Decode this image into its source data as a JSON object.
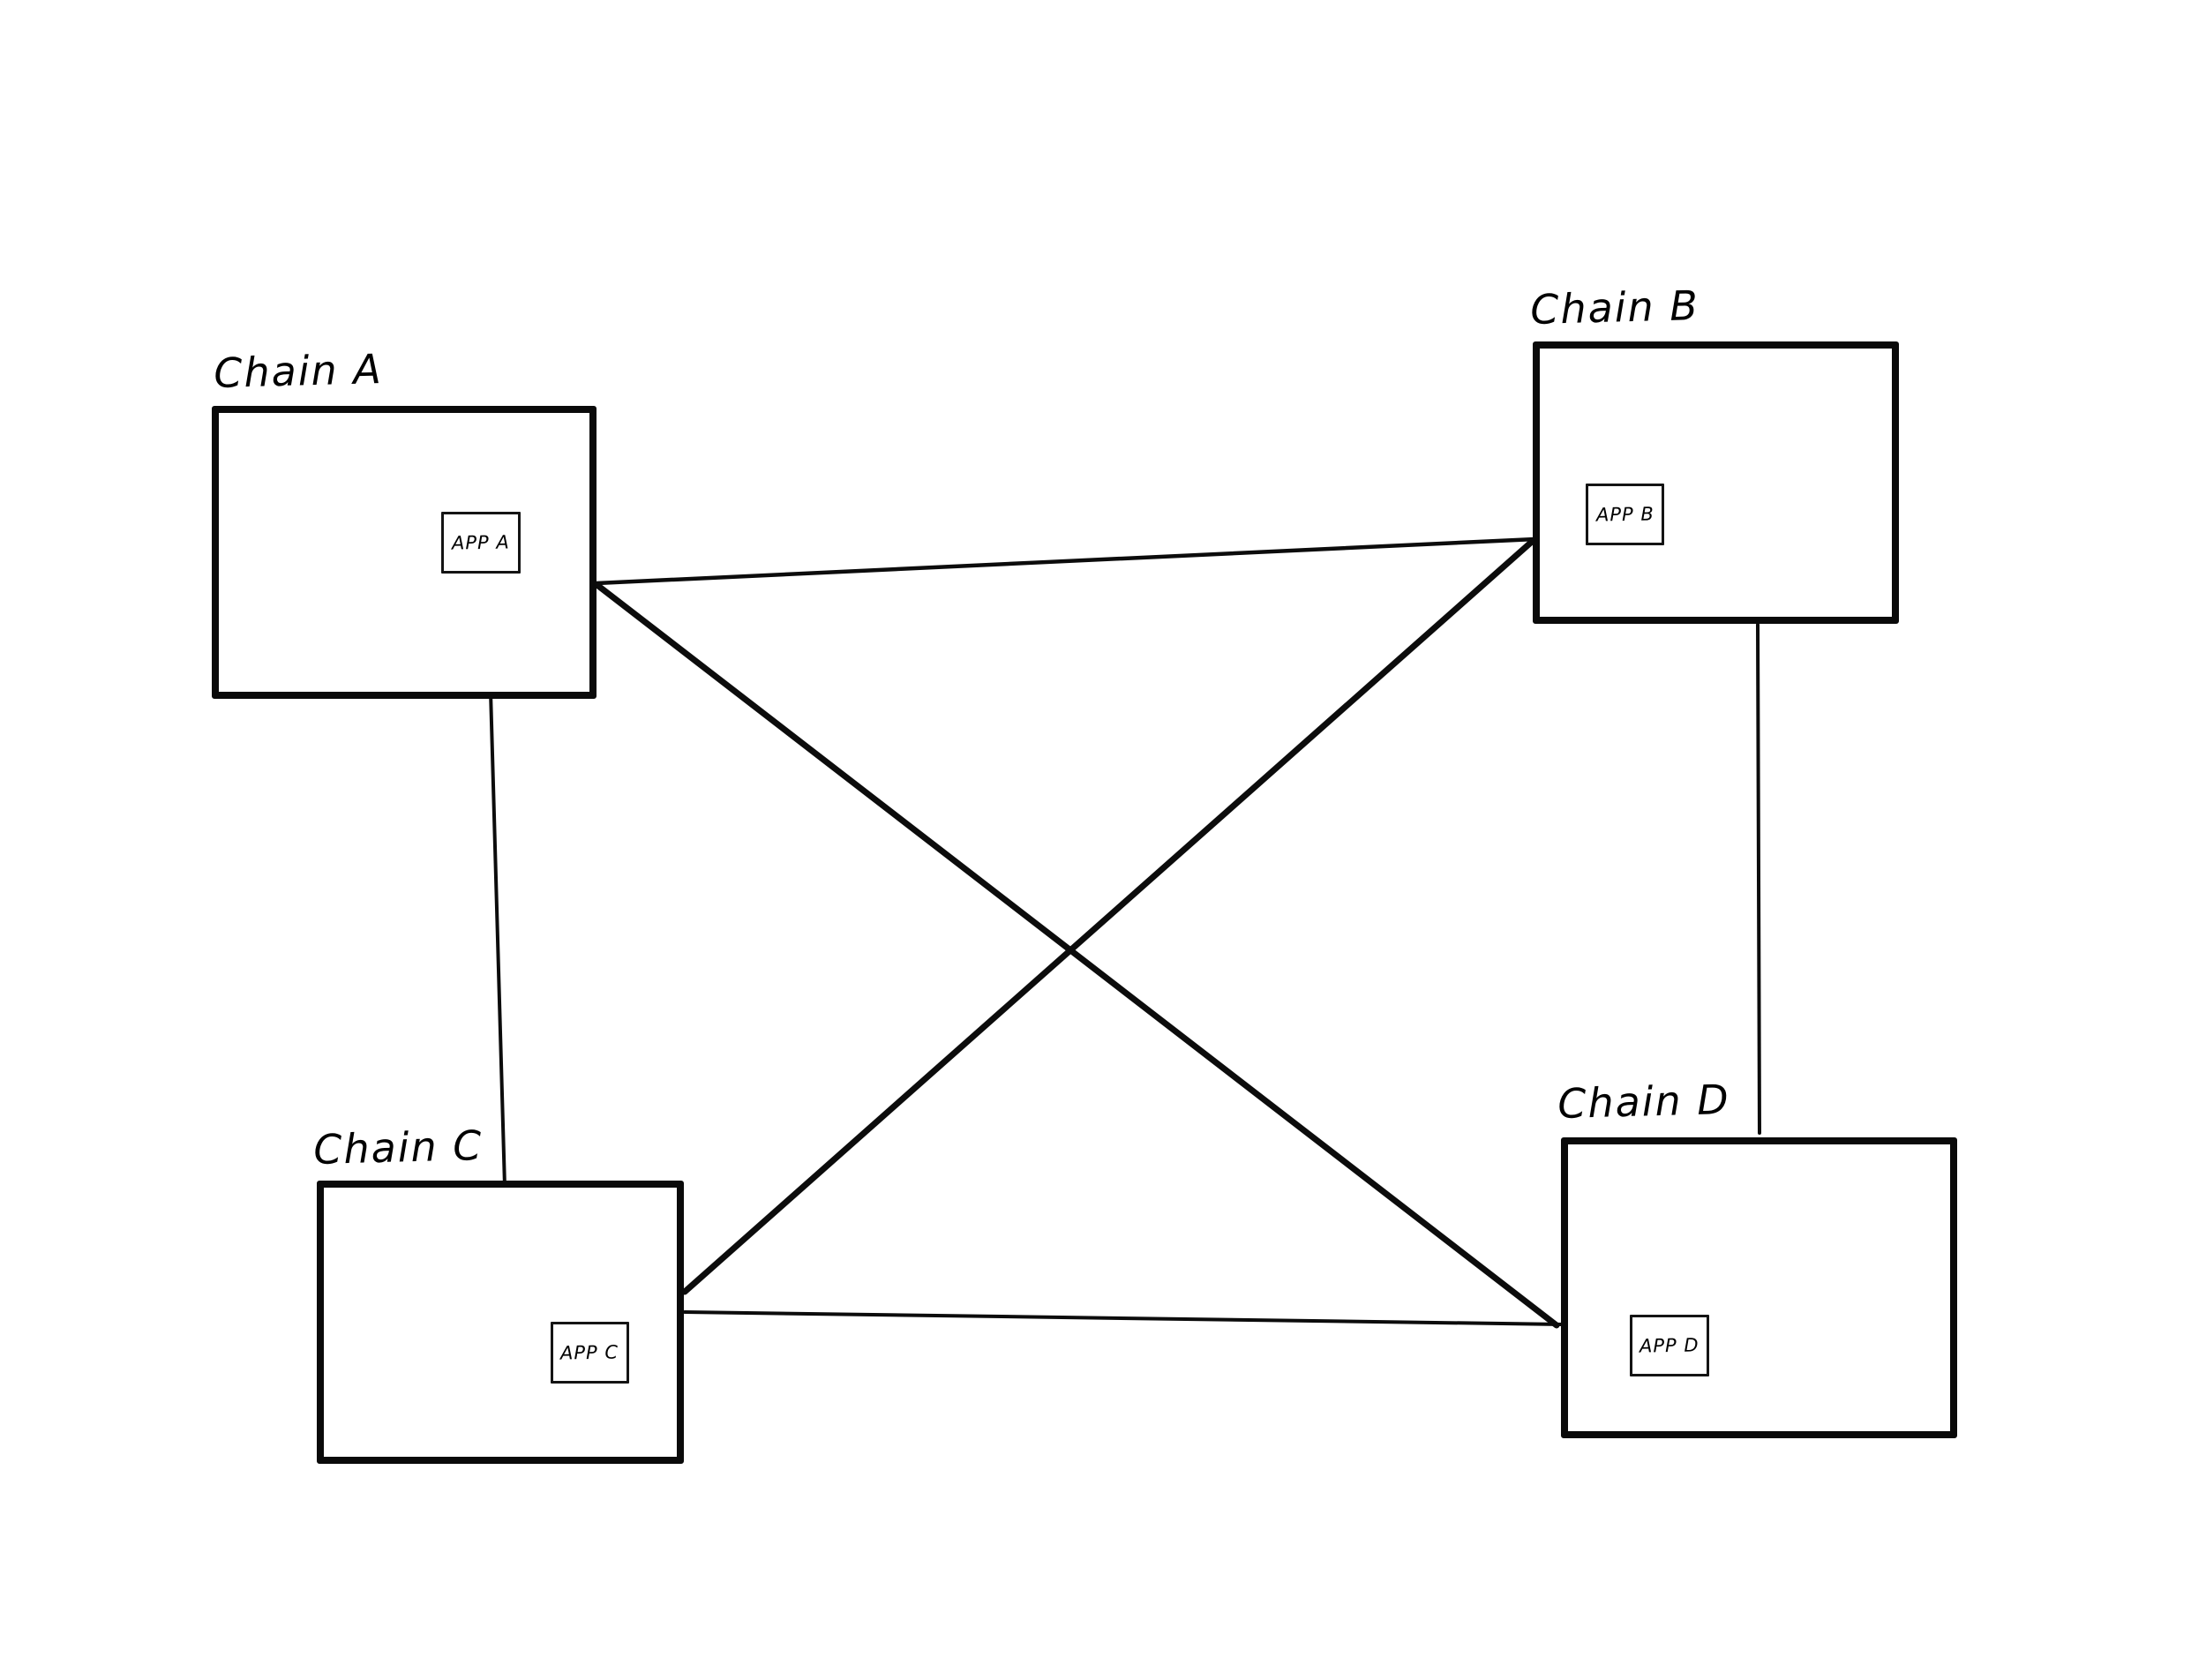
{
  "canvas": {
    "background": "#ffffff",
    "ink": "#000000"
  },
  "diagram": {
    "type": "hand-drawn-network",
    "nodes": [
      {
        "id": "chain-a",
        "label": "Chain A",
        "app_label": "APP A"
      },
      {
        "id": "chain-b",
        "label": "Chain B",
        "app_label": "APP B"
      },
      {
        "id": "chain-c",
        "label": "Chain C",
        "app_label": "APP C"
      },
      {
        "id": "chain-d",
        "label": "Chain D",
        "app_label": "APP D"
      }
    ],
    "connections": [
      {
        "from": "Chain A",
        "to": "Chain B"
      },
      {
        "from": "Chain A",
        "to": "Chain C"
      },
      {
        "from": "Chain A",
        "to": "Chain D"
      },
      {
        "from": "Chain B",
        "to": "Chain D"
      },
      {
        "from": "Chain C",
        "to": "Chain B"
      },
      {
        "from": "Chain C",
        "to": "Chain D"
      }
    ]
  }
}
